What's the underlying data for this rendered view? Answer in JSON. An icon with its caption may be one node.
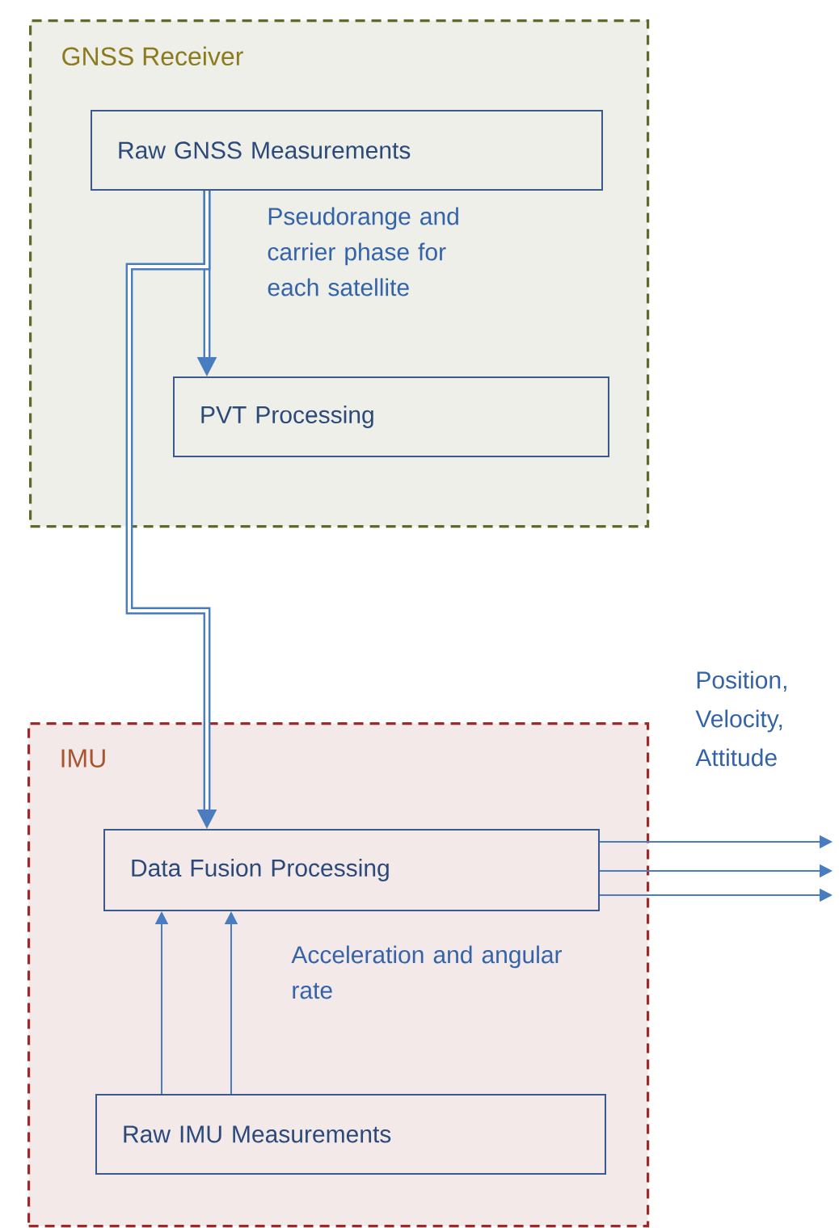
{
  "diagram": {
    "nodes": [
      {
        "text": [
          "GNSS Receiver"
        ]
      },
      {
        "text": [
          "Raw GNSS Measurements"
        ],
        "in": 0
      },
      {
        "text": [
          "PVT Processing"
        ],
        "in": 0
      },
      {
        "text": [
          "IMU"
        ]
      },
      {
        "text": [
          "Data Fusion Processing"
        ],
        "in": 3
      },
      {
        "text": [
          "Raw IMU Measurements"
        ],
        "in": 3
      }
    ],
    "edges": [
      {
        "from": 1,
        "to": 2,
        "arrow": "to",
        "style": "thick",
        "label": "Pseudorange and carrier phase for each satellite"
      },
      {
        "from": 1,
        "to": 4,
        "arrow": "to",
        "style": "thick"
      },
      {
        "from": 5,
        "to": 4,
        "arrow": "to"
      },
      {
        "from": 5,
        "to": 4,
        "arrow": "to",
        "label": "Acceleration and angular rate"
      },
      {
        "from": 4,
        "to": null,
        "arrow": "to"
      },
      {
        "from": 4,
        "to": null,
        "arrow": "to"
      },
      {
        "from": 4,
        "to": null,
        "arrow": "to"
      }
    ],
    "labels": [
      "Position, Velocity, Attitude"
    ]
  }
}
